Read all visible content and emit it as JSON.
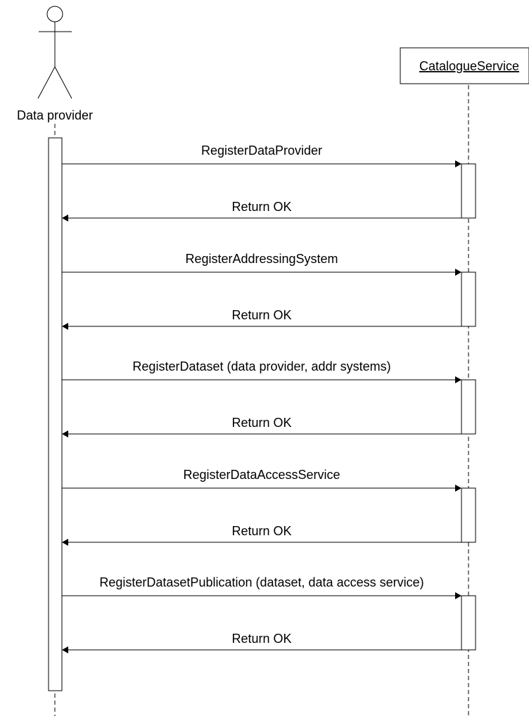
{
  "actor": {
    "name": "Data provider"
  },
  "service": {
    "name": "CatalogueService"
  },
  "messages": [
    {
      "call": "RegisterDataProvider",
      "reply": "Return OK"
    },
    {
      "call": "RegisterAddressingSystem",
      "reply": "Return OK"
    },
    {
      "call": "RegisterDataset (data provider, addr systems)",
      "reply": "Return OK"
    },
    {
      "call": "RegisterDataAccessService",
      "reply": "Return OK"
    },
    {
      "call": "RegisterDatasetPublication (dataset, data access service)",
      "reply": "Return OK"
    }
  ]
}
